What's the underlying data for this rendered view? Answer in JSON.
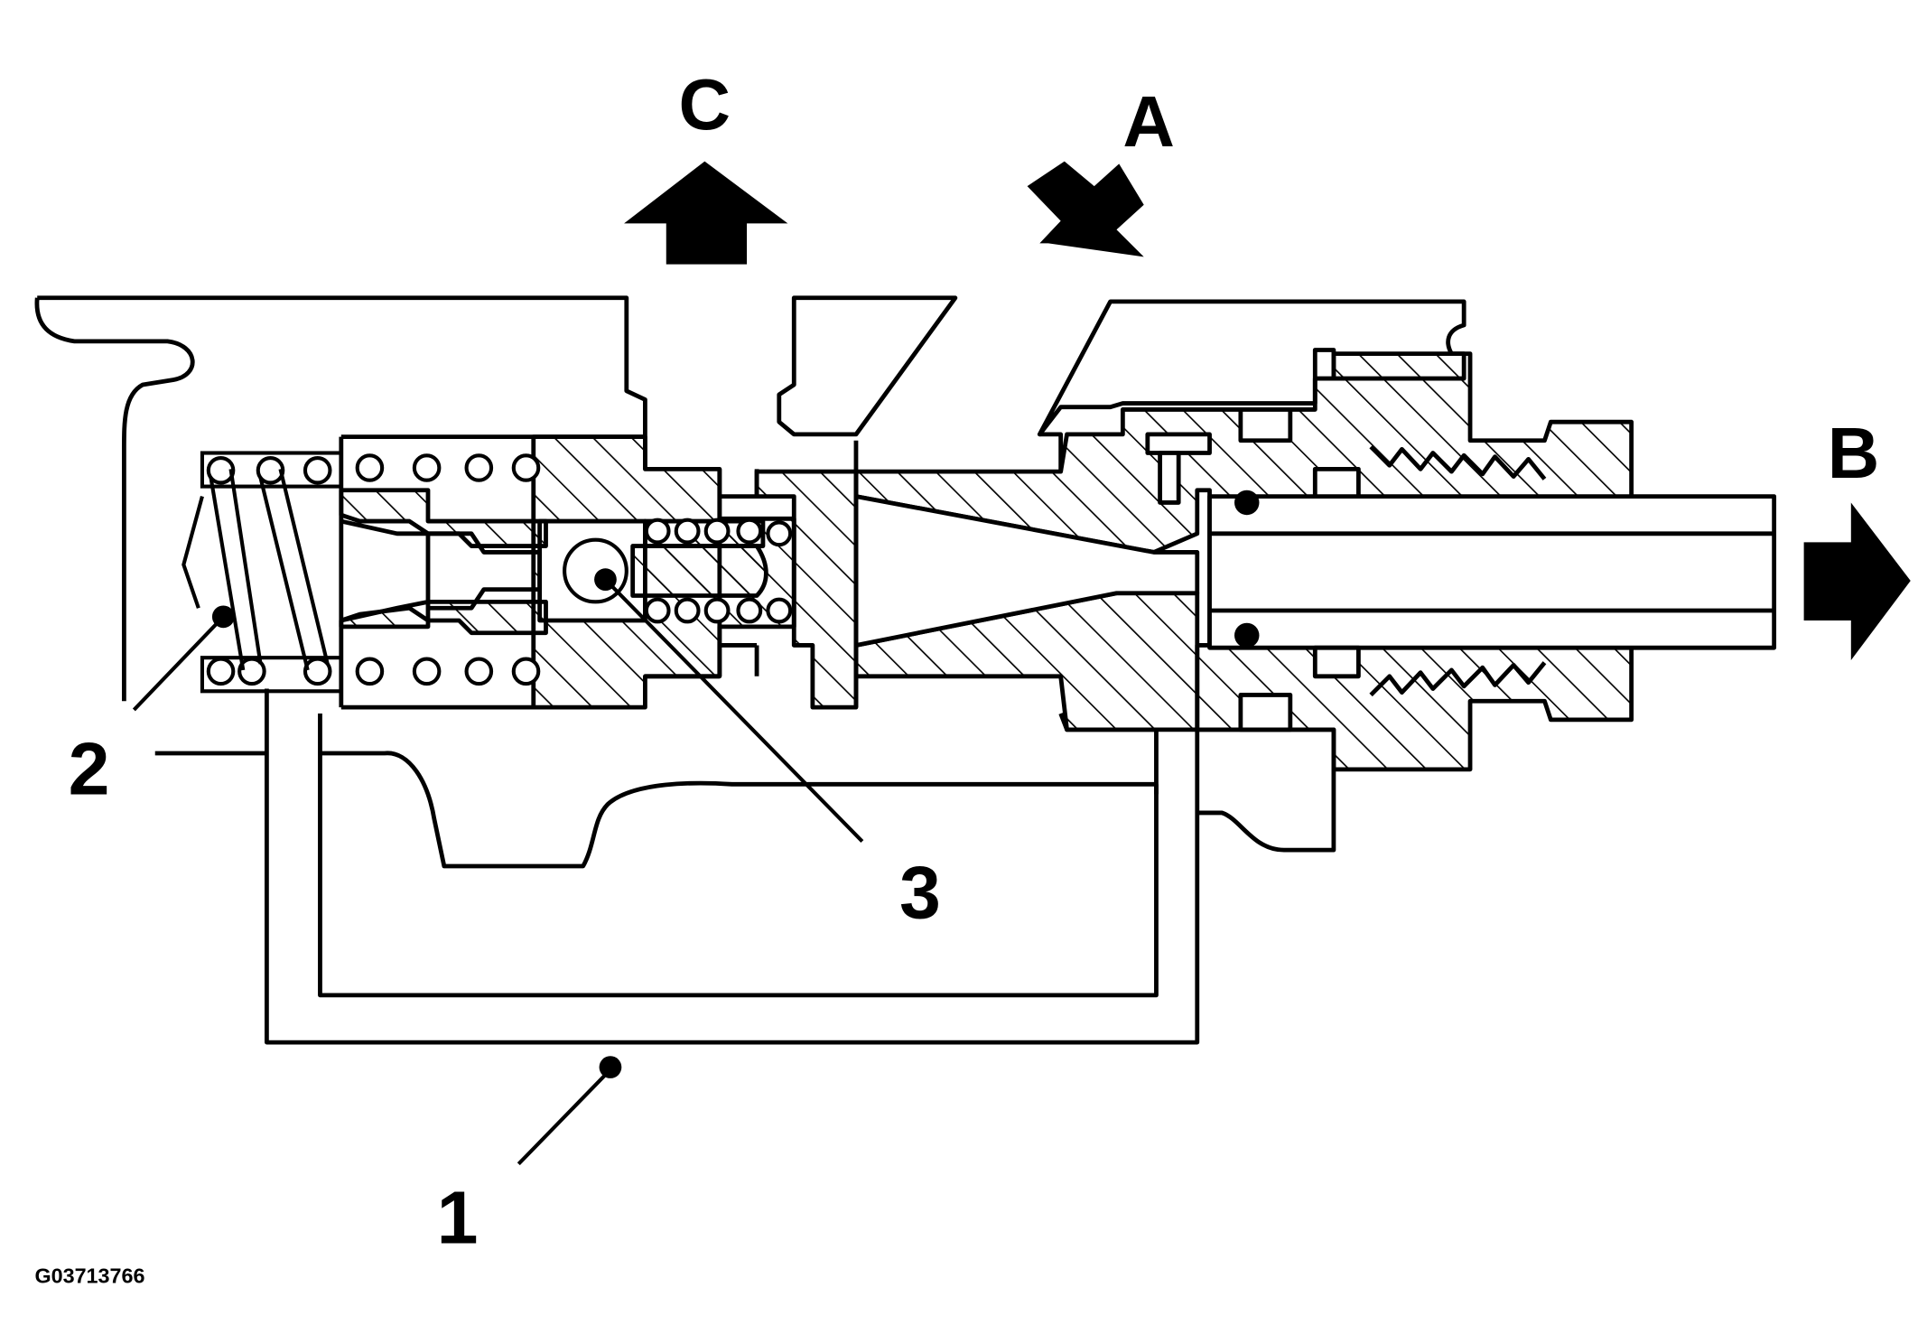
{
  "diagram": {
    "direction_labels": {
      "a": "A",
      "b": "B",
      "c": "C"
    },
    "callouts": {
      "one": "1",
      "two": "2",
      "three": "3"
    },
    "figure_id": "G03713766"
  },
  "colors": {
    "ink": "#000000",
    "paper": "#ffffff"
  }
}
